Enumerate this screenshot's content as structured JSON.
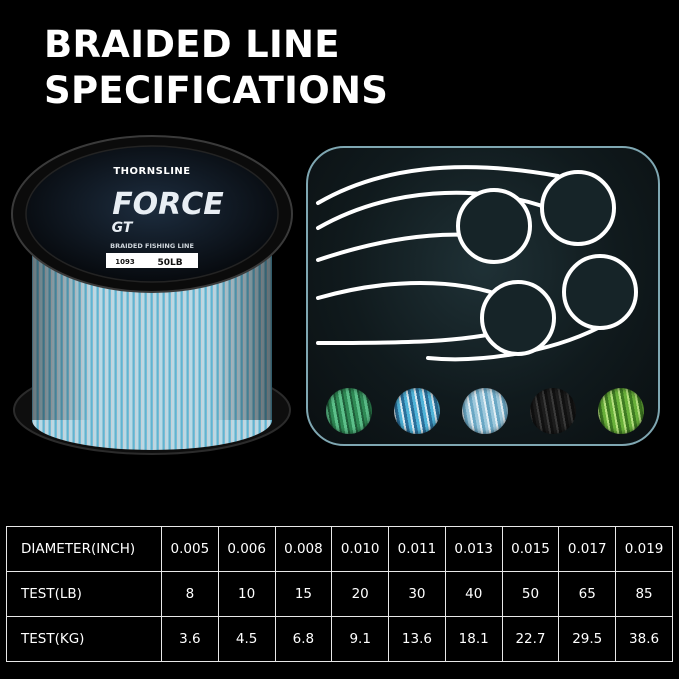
{
  "headline": {
    "line1": "BRAIDED LINE",
    "line2": "SPECIFICATIONS"
  },
  "spool": {
    "brand": "THORNSLINE",
    "product_word": "FORCE",
    "product_sub": "GT",
    "subtitle": "BRAIDED FISHING LINE",
    "length_tag": "1093",
    "strength_tag": "50LB"
  },
  "color_swatches": [
    {
      "name": "green-swatch",
      "color": "#3f9e6a"
    },
    {
      "name": "blue-white-swatch",
      "color": "#6ec3dc"
    },
    {
      "name": "light-blue-swatch",
      "color": "#a8cfe0"
    },
    {
      "name": "black-swatch",
      "color": "#2a2a2a"
    },
    {
      "name": "lime-swatch",
      "color": "#7ec64a"
    }
  ],
  "spec_table": {
    "rows": [
      {
        "label": "DIAMETER(INCH)",
        "values": [
          "0.005",
          "0.006",
          "0.008",
          "0.010",
          "0.011",
          "0.013",
          "0.015",
          "0.017",
          "0.019"
        ]
      },
      {
        "label": "TEST(LB)",
        "values": [
          "8",
          "10",
          "15",
          "20",
          "30",
          "40",
          "50",
          "65",
          "85"
        ]
      },
      {
        "label": "TEST(KG)",
        "values": [
          "3.6",
          "4.5",
          "6.8",
          "9.1",
          "13.6",
          "18.1",
          "22.7",
          "29.5",
          "38.6"
        ]
      }
    ]
  },
  "colors": {
    "background": "#000000",
    "panel_border": "#7fa7b2",
    "table_border": "#e8e8e8"
  }
}
